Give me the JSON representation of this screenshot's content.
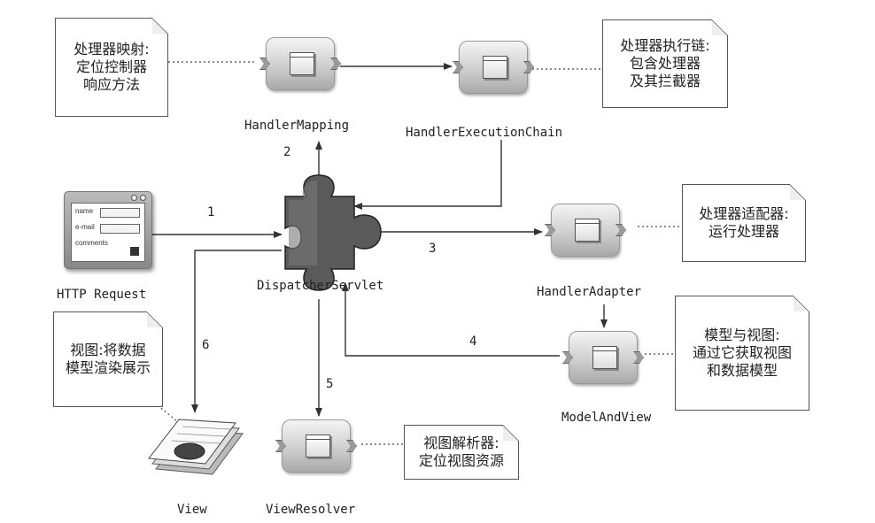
{
  "diagram": {
    "components": {
      "handler_mapping": "HandlerMapping",
      "handler_execution_chain": "HandlerExecutionChain",
      "dispatcher_servlet": "DispatcherServlet",
      "http_request": "HTTP Request",
      "handler_adapter": "HandlerAdapter",
      "model_and_view": "ModelAndView",
      "view": "View",
      "view_resolver": "ViewResolver"
    },
    "notes": {
      "handler_mapping": "处理器映射:\n定位控制器\n响应方法",
      "handler_execution_chain": "处理器执行链:\n包含处理器\n及其拦截器",
      "handler_adapter": "处理器适配器:\n运行处理器",
      "model_and_view": "模型与视图:\n通过它获取视图\n和数据模型",
      "view": "视图:将数据\n模型渲染展示",
      "view_resolver": "视图解析器:\n定位视图资源"
    },
    "steps": [
      "1",
      "2",
      "3",
      "4",
      "5",
      "6"
    ],
    "form": {
      "name_label": "name",
      "email_label": "e-mail",
      "comments_label": "comments"
    },
    "colors": {
      "line": "#333333",
      "puzzle": "#555555",
      "component": "#c8c8c8"
    }
  }
}
